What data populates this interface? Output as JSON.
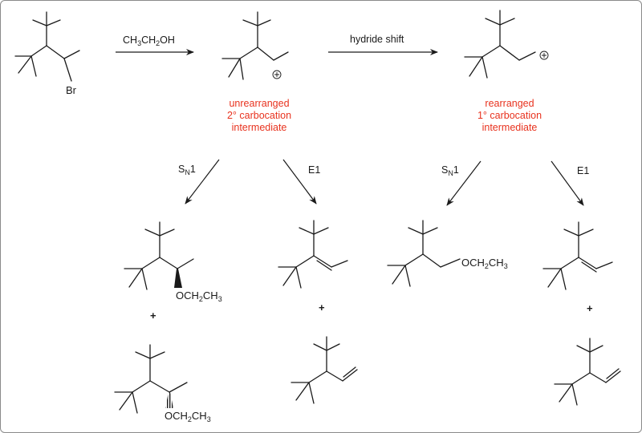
{
  "colors": {
    "ink": "#1a1a1a",
    "annotation": "#e8321e",
    "border": "#8a8a8a"
  },
  "atoms": {
    "br": "Br",
    "oet_h": "OCH",
    "oet_s": "2",
    "oet_t": "CH",
    "oet_s2": "3"
  },
  "reagent": {
    "a": "CH",
    "s1": "3",
    "b": "CH",
    "s2": "2",
    "c": "OH"
  },
  "arrows": {
    "hydride_shift": "hydride shift",
    "sn1_main": "S",
    "sn1_sub": "N",
    "sn1_tail": "1",
    "e1": "E1"
  },
  "notes": {
    "secondary": [
      "unrearranged",
      "2° carbocation",
      "intermediate"
    ],
    "primary": [
      "rearranged",
      "1° carbocation",
      "intermediate"
    ]
  },
  "plus": "+"
}
